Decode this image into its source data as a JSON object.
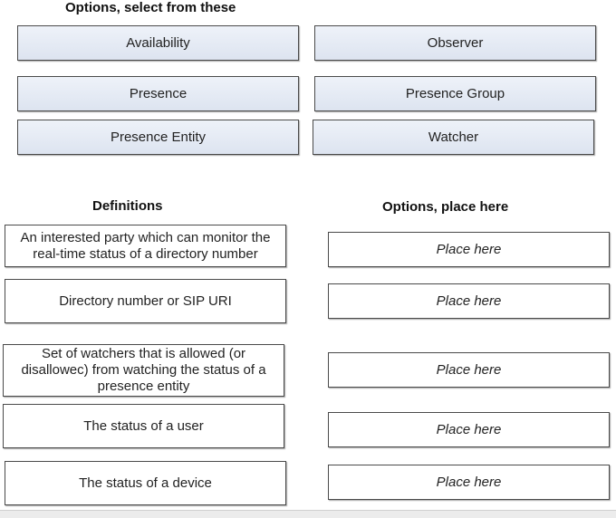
{
  "headings": {
    "options_select": "Options, select from these",
    "definitions": "Definitions",
    "options_place": "Options, place here"
  },
  "options": [
    "Availability",
    "Observer",
    "Presence",
    "Presence Group",
    "Presence Entity",
    "Watcher"
  ],
  "definitions": [
    "An interested party which can monitor the real-time status of a directory number",
    "Directory number or SIP URI",
    "Set of watchers that is allowed (or disallowec) from watching the status of a presence entity",
    "The status of a user",
    "The status of a device"
  ],
  "targets": [
    "Place here",
    "Place here",
    "Place here",
    "Place here",
    "Place here"
  ],
  "colors": {
    "option_fill": "#e4e9f3",
    "border": "#4a4a4a"
  }
}
